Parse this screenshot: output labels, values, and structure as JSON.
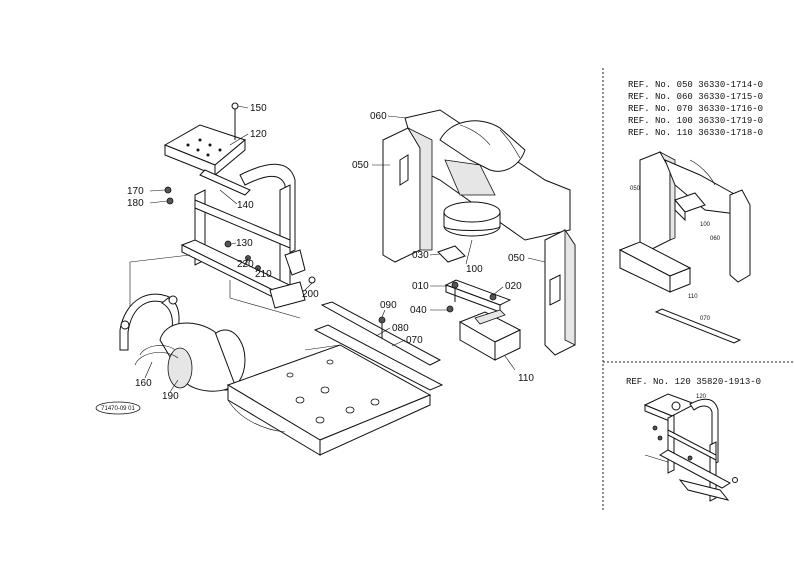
{
  "main": {
    "labels": {
      "l150": "150",
      "l120": "120",
      "l140": "140",
      "l170": "170",
      "l180": "180",
      "l130": "130",
      "l220": "220",
      "l210": "210",
      "l200": "200",
      "l160": "160",
      "l190": "190",
      "l060": "060",
      "l050a": "050",
      "l030": "030",
      "l100": "100",
      "l050b": "050",
      "l010": "010",
      "l020": "020",
      "l040": "040",
      "l090": "090",
      "l080": "080",
      "l070": "070",
      "l110": "110"
    },
    "stamp": "71470-09 01"
  },
  "ref_top": {
    "lines": [
      "REF. No. 050 36330-1714-0",
      "REF. No. 060 36330-1715-0",
      "REF. No. 070 36330-1716-0",
      "REF. No. 100 36330-1719-0",
      "REF. No. 110 36330-1718-0"
    ],
    "labels": {
      "r050": "050",
      "r100": "100",
      "r060": "060",
      "r110": "110",
      "r070": "070"
    }
  },
  "ref_bottom": {
    "line": "REF. No. 120 35820-1913-0",
    "labels": {
      "r120": "120"
    }
  }
}
